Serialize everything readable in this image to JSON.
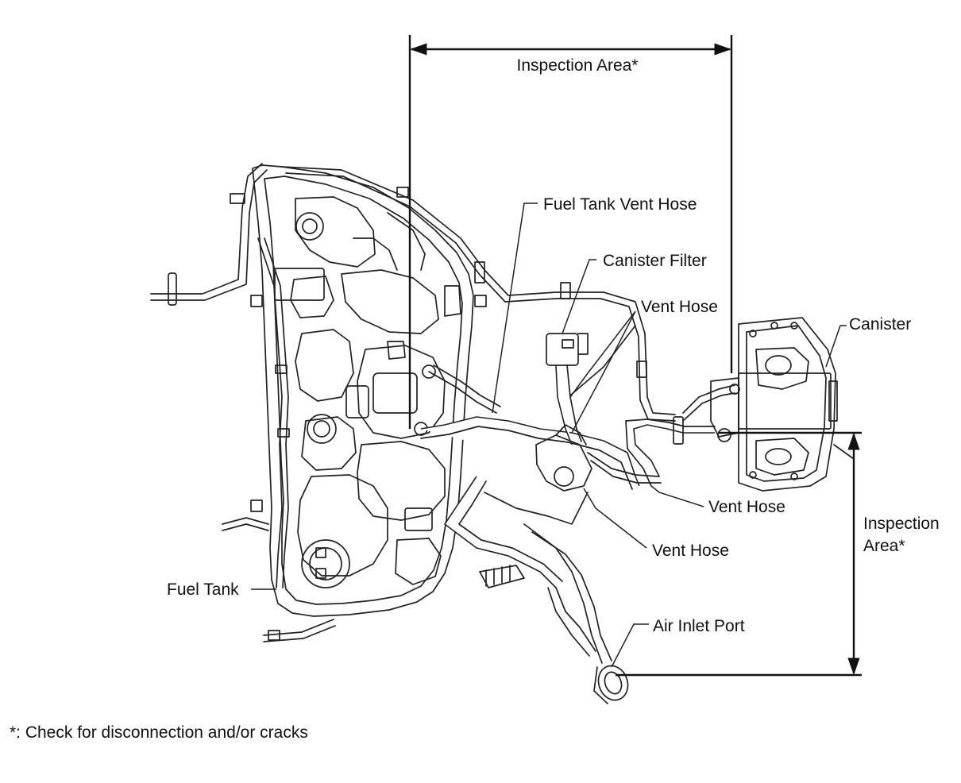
{
  "labels": {
    "inspection_area_top": "Inspection Area*",
    "fuel_tank_vent_hose": "Fuel Tank Vent Hose",
    "canister_filter": "Canister Filter",
    "vent_hose_1": "Vent Hose",
    "canister": "Canister",
    "vent_hose_2": "Vent Hose",
    "inspection_area_right_line1": "Inspection",
    "inspection_area_right_line2": "Area*",
    "vent_hose_3": "Vent Hose",
    "fuel_tank": "Fuel Tank",
    "air_inlet_port": "Air Inlet Port"
  },
  "footnote": "*: Check for disconnection and/or cracks"
}
